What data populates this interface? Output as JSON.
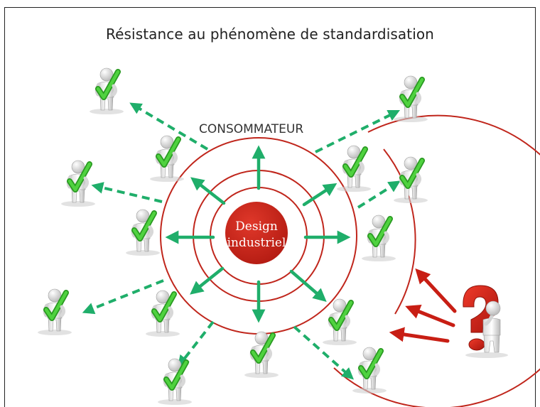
{
  "title": "Résistance au phénomène de standardisation",
  "ring_label": "CONSOMMATEUR",
  "core": {
    "line1": "Design",
    "line2": "industriel"
  },
  "colors": {
    "ring": "#c0261c",
    "core": "#cc2418",
    "arrow": "#1fae6a",
    "resist": "#c81e14",
    "check": "#36b82a"
  }
}
